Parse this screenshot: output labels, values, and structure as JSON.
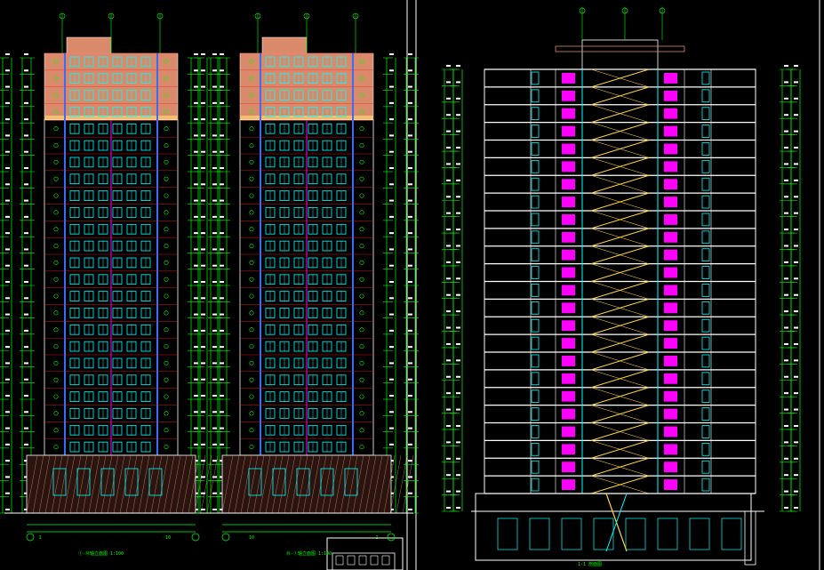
{
  "drawing": {
    "elevation_a": {
      "floors": 24,
      "caption": "①-⑩轴立面图 1:100",
      "axis_left": "1",
      "axis_right": "10"
    },
    "elevation_b": {
      "floors": 24,
      "caption": "⑩-①轴立面图 1:100",
      "axis_left": "10",
      "axis_right": "1"
    },
    "section": {
      "floors": 24,
      "caption": "1-1 剖面图"
    }
  },
  "colors": {
    "background": "#000000",
    "dimension": "#00ff00",
    "window": "#00ffff",
    "frame": "#ffffff",
    "roof": "#d98a6a",
    "stair": "#ffd23a",
    "accent": "#ff00ff",
    "floor_line": "#ff2020",
    "column": "#3a6bff",
    "frame_border": "#ffffff"
  }
}
